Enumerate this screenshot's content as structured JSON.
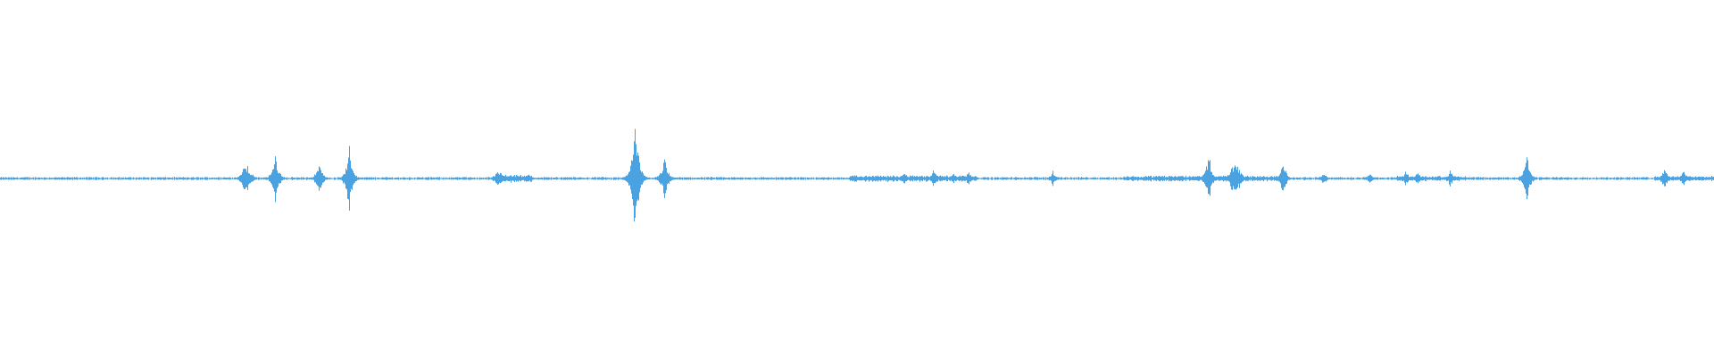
{
  "waveform": {
    "color": "#4aa3e0",
    "baseline_noise_amplitude": 0.012,
    "events": [
      {
        "time": 0.1425,
        "peak": 0.14
      },
      {
        "time": 0.144,
        "peak": 0.12
      },
      {
        "time": 0.1605,
        "peak": 0.2
      },
      {
        "time": 0.186,
        "peak": 0.14
      },
      {
        "time": 0.2035,
        "peak": 0.27
      },
      {
        "time": 0.29,
        "peak": 0.07
      },
      {
        "time": 0.292,
        "peak": 0.06
      },
      {
        "time": 0.308,
        "peak": 0.04
      },
      {
        "time": 0.3705,
        "peak": 0.5
      },
      {
        "time": 0.3875,
        "peak": 0.18
      },
      {
        "time": 0.527,
        "peak": 0.05
      },
      {
        "time": 0.5445,
        "peak": 0.07
      },
      {
        "time": 0.556,
        "peak": 0.05
      },
      {
        "time": 0.565,
        "peak": 0.06
      },
      {
        "time": 0.614,
        "peak": 0.06
      },
      {
        "time": 0.705,
        "peak": 0.2
      },
      {
        "time": 0.719,
        "peak": 0.14
      },
      {
        "time": 0.72,
        "peak": 0.12
      },
      {
        "time": 0.721,
        "peak": 0.16
      },
      {
        "time": 0.723,
        "peak": 0.08
      },
      {
        "time": 0.7485,
        "peak": 0.13
      },
      {
        "time": 0.772,
        "peak": 0.05
      },
      {
        "time": 0.799,
        "peak": 0.04
      },
      {
        "time": 0.82,
        "peak": 0.06
      },
      {
        "time": 0.827,
        "peak": 0.05
      },
      {
        "time": 0.846,
        "peak": 0.07
      },
      {
        "time": 0.8905,
        "peak": 0.2
      },
      {
        "time": 0.971,
        "peak": 0.09
      },
      {
        "time": 0.982,
        "peak": 0.06
      }
    ],
    "active_regions": [
      {
        "start": 0.142,
        "end": 0.148,
        "level": 0.03
      },
      {
        "start": 0.287,
        "end": 0.31,
        "level": 0.03
      },
      {
        "start": 0.495,
        "end": 0.57,
        "level": 0.025
      },
      {
        "start": 0.655,
        "end": 0.75,
        "level": 0.022
      },
      {
        "start": 0.815,
        "end": 0.855,
        "level": 0.02
      },
      {
        "start": 0.965,
        "end": 1.0,
        "level": 0.02
      }
    ]
  }
}
